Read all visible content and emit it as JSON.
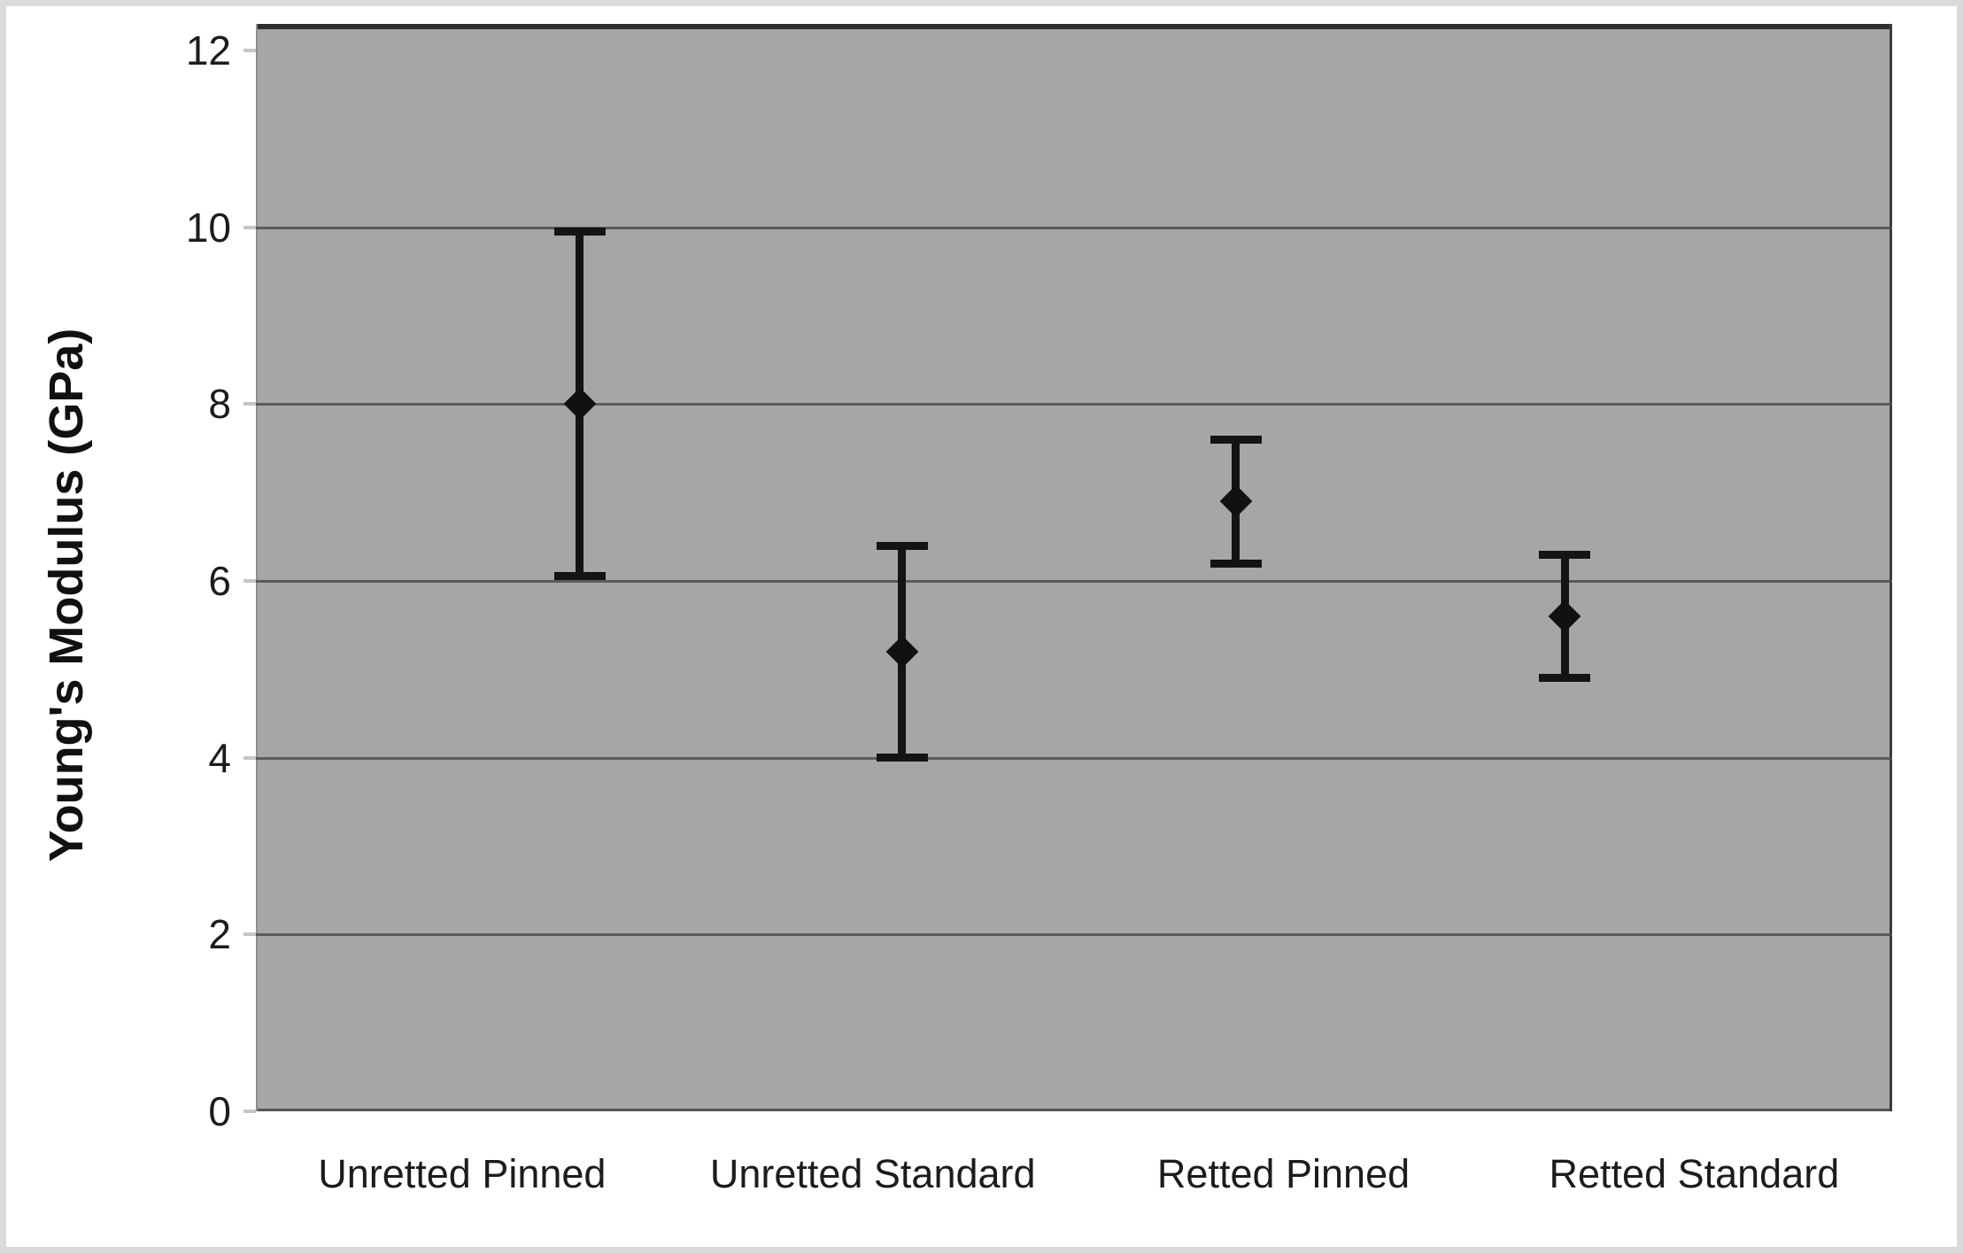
{
  "figure": {
    "y_axis_title": "Young's Modulus (GPa)"
  },
  "chart_data": {
    "type": "scatter",
    "subtype": "means-with-error-bars",
    "title": "",
    "xlabel": "",
    "ylabel": "Young's Modulus (GPa)",
    "categories": [
      "Unretted Pinned",
      "Unretted Standard",
      "Retted Pinned",
      "Retted Standard"
    ],
    "series": [
      {
        "name": "Young's Modulus (GPa)",
        "points": [
          {
            "category": "Unretted Pinned",
            "mean": 8.0,
            "error": 1.95,
            "upper": 9.95,
            "lower": 6.05
          },
          {
            "category": "Unretted Standard",
            "mean": 5.2,
            "error": 1.2,
            "upper": 6.4,
            "lower": 4.0
          },
          {
            "category": "Retted Pinned",
            "mean": 6.9,
            "error": 0.7,
            "upper": 7.6,
            "lower": 6.2
          },
          {
            "category": "Retted Standard",
            "mean": 5.6,
            "error": 0.7,
            "upper": 6.3,
            "lower": 4.9
          }
        ]
      }
    ],
    "ylim": [
      0,
      12.3
    ],
    "yticks": [
      0,
      2,
      4,
      6,
      8,
      10,
      12
    ],
    "grid": "horizontal gridlines every 2 GPa, dark gray on gray fill, no line at 12",
    "legend": "none",
    "marker": "filled black diamond with vertical error bars and end caps",
    "layout": {
      "point_x_fractions": [
        0.198,
        0.395,
        0.599,
        0.8
      ],
      "category_label_x_fractions": [
        0.126,
        0.377,
        0.628,
        0.879
      ],
      "plot_bg_color": "#a6a6a6",
      "gridline_color": "#4d4d4d",
      "ink_color": "#141414",
      "frame_border_color": "#dadada"
    }
  }
}
